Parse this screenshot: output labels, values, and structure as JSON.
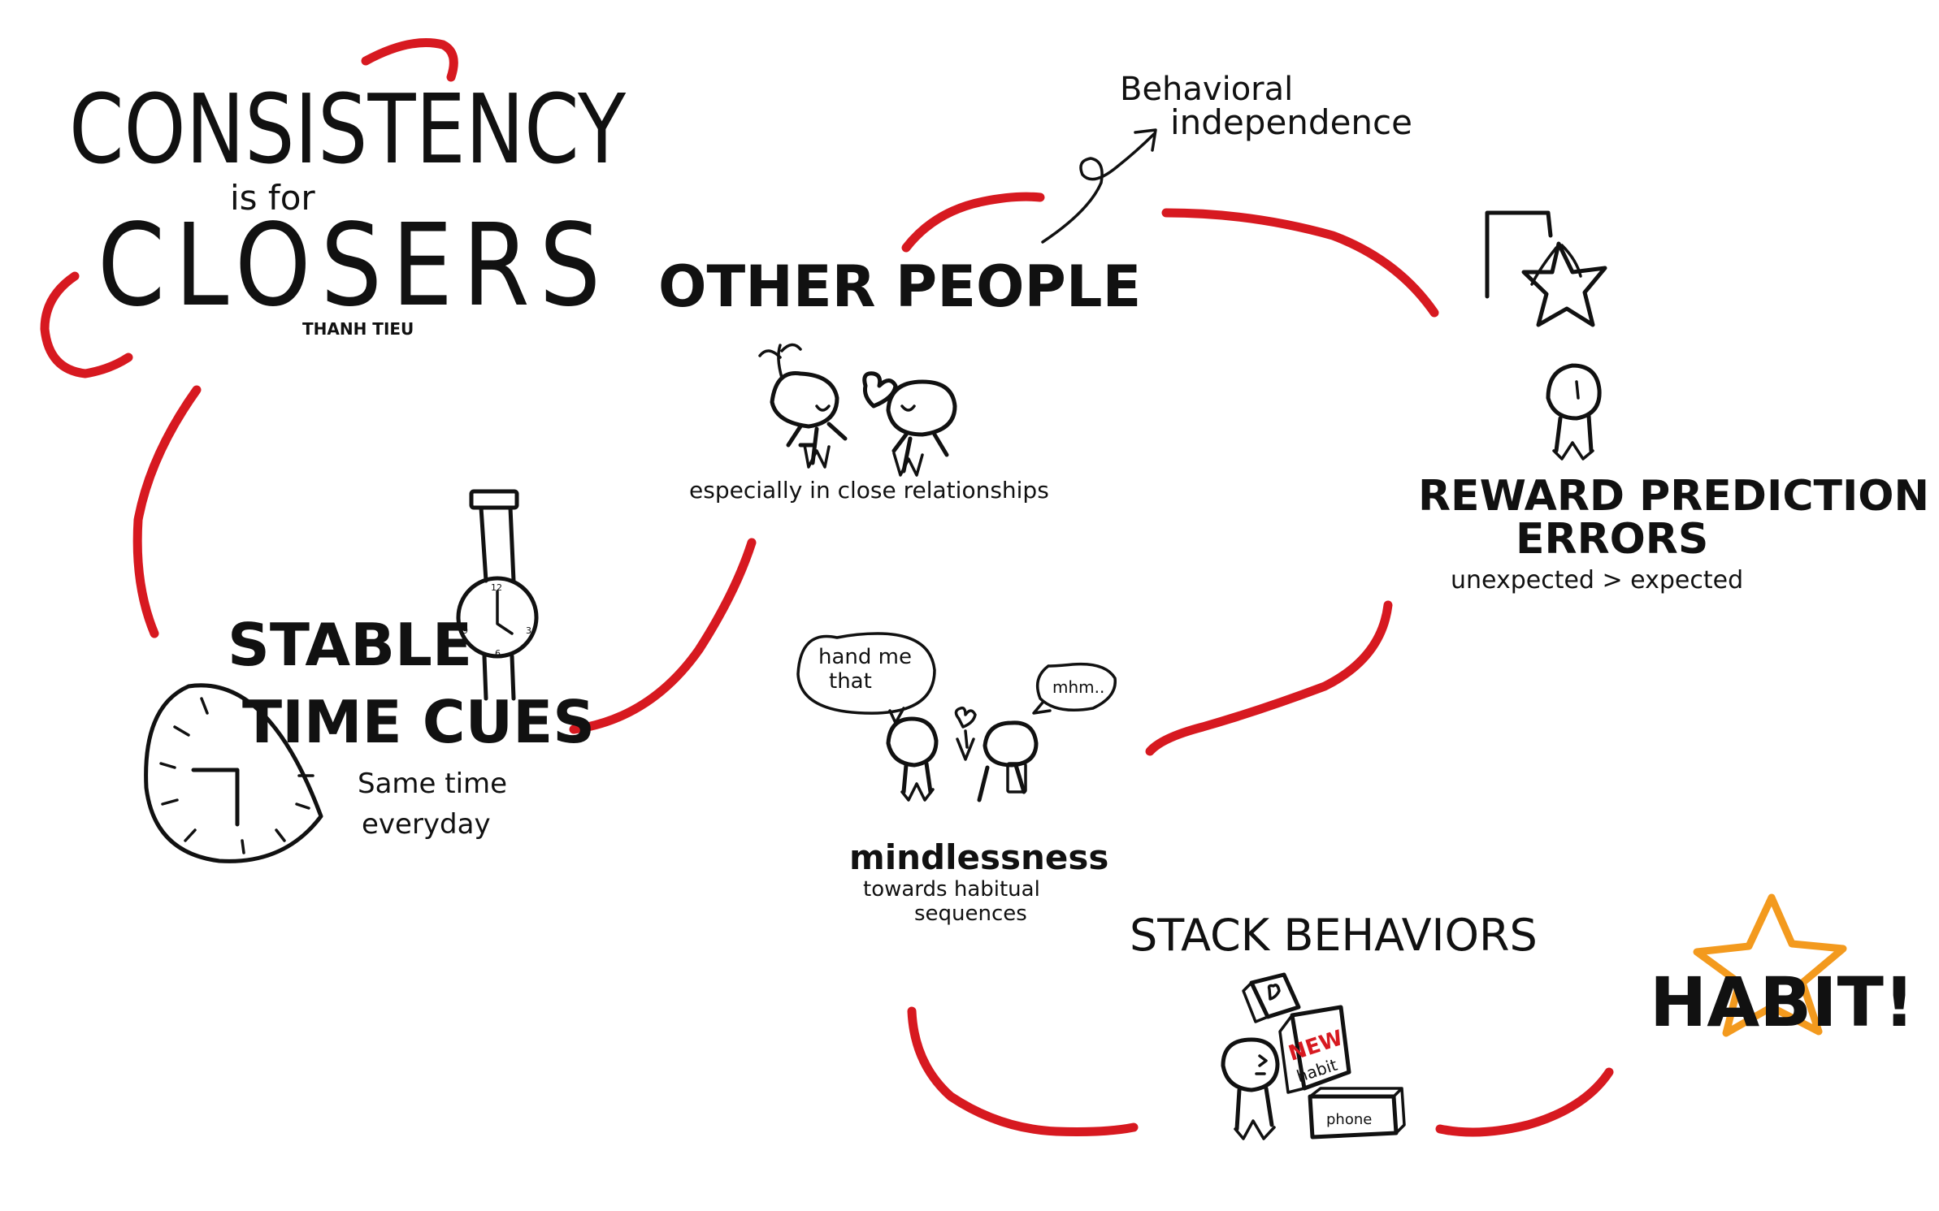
{
  "colors": {
    "ink": "#111111",
    "connector": "#d71920",
    "star": "#f39a1e",
    "background": "#ffffff"
  },
  "title": {
    "line1": "CONSISTENCY",
    "line2": "is for",
    "line3": "CLOSERS",
    "author": "THANH TIEU"
  },
  "nodes": {
    "time_cues": {
      "heading_line1": "STABLE",
      "heading_line2": "TIME CUES",
      "note_line1": "Same time",
      "note_line2": "everyday",
      "clock_numbers": [
        "12",
        "3",
        "6",
        "9"
      ],
      "icon": "clock-and-watch-icon"
    },
    "other_people": {
      "heading": "OTHER PEOPLE",
      "note": "especially in close relationships",
      "icon": "two-people-heart-icon"
    },
    "behavioral_independence": {
      "line1": "Behavioral",
      "line2": "independence",
      "icon": "curly-arrow-icon"
    },
    "reward_prediction": {
      "heading_line1": "REWARD PREDICTION",
      "heading_line2": "ERRORS",
      "note": "unexpected > expected",
      "icon": "person-reaching-star-icon"
    },
    "mindlessness": {
      "heading": "mindlessness",
      "note_line1": "towards habitual",
      "note_line2": "sequences",
      "bubble_left_line1": "hand me",
      "bubble_left_line2": "that",
      "bubble_right": "mhm..",
      "icon": "two-people-talking-icon"
    },
    "stack_behaviors": {
      "heading": "STACK BEHAVIORS",
      "box_new": "NEW",
      "box_habit": "habit",
      "box_phone": "phone",
      "icon": "stacked-boxes-icon"
    },
    "habit": {
      "label": "HABIT!",
      "icon": "star-icon"
    }
  }
}
